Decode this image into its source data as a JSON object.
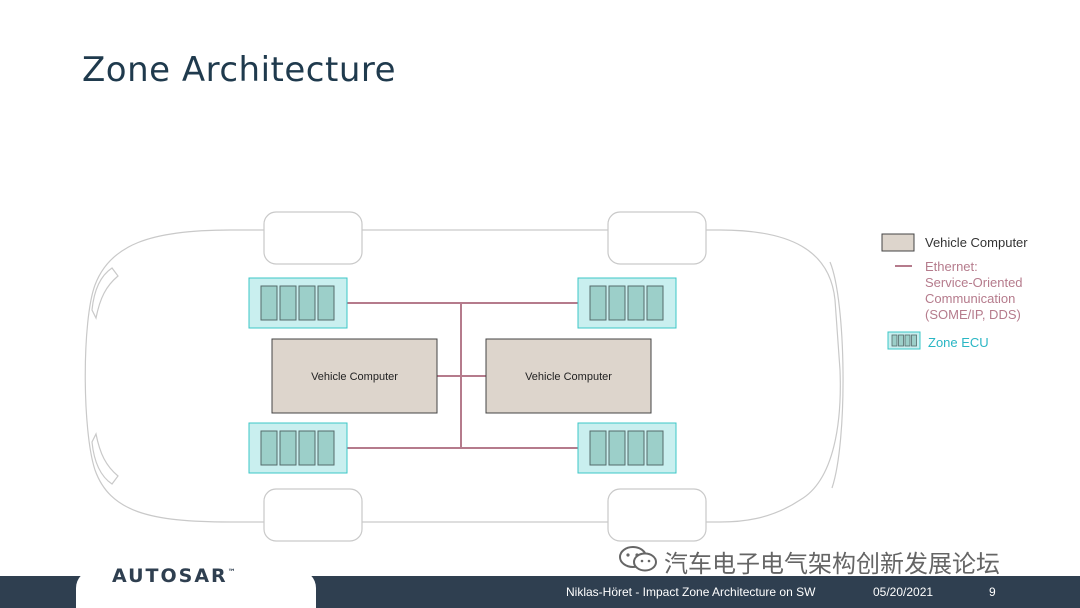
{
  "slide": {
    "title": "Zone Architecture"
  },
  "diagram": {
    "vehicle_computers": [
      {
        "label": "Vehicle Computer"
      },
      {
        "label": "Vehicle Computer"
      }
    ],
    "zone_ecu_count": 4,
    "ecu_cells_per_zone": 4
  },
  "legend": {
    "vehicle_computer": "Vehicle Computer",
    "ethernet_lines": [
      "Ethernet:",
      "Service-Oriented",
      "Communication",
      "(SOME/IP, DDS)"
    ],
    "zone_ecu": "Zone ECU"
  },
  "colors": {
    "title": "#1f3a4d",
    "vehicle_computer_fill": "#ddd5cc",
    "ethernet": "#b57b8c",
    "zone_ecu_fill": "#c9efef",
    "zone_ecu_border": "#3cc7c7",
    "zone_ecu_text": "#29b6c4",
    "car_outline": "#c9c9c9",
    "footer_bg": "#2f3f50"
  },
  "footer": {
    "logo": "AUTOSAR",
    "logo_tm": "™",
    "presentation": "Niklas-Höret - Impact Zone Architecture on SW",
    "date": "05/20/2021",
    "page": "9"
  },
  "watermark": {
    "text": "汽车电子电气架构创新发展论坛"
  }
}
